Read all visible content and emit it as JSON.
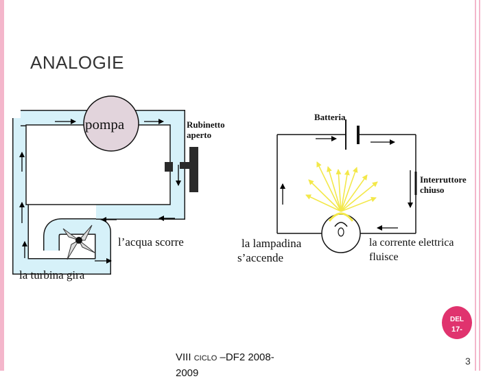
{
  "slide": {
    "title": "ANALOGIE",
    "footer": {
      "part1": "VIII ",
      "part2": "CICLO",
      "part3": " –DF2 2008-",
      "part4": "2009"
    },
    "page_number": "3",
    "badge": {
      "line1": "DEL",
      "line2": "17-"
    },
    "accent_color": "#e0336e",
    "frame_color": "#f4b6cb"
  },
  "hydraulic": {
    "pump_label": "pompa",
    "valve_label_1": "Rubinetto",
    "valve_label_2": "aperto",
    "water_label": "l’acqua scorre",
    "turbine_label": "la turbina gira",
    "pipe_color": "#d6f1f9",
    "pump_color": "#e2d4dc"
  },
  "electric": {
    "battery_label": "Batteria",
    "switch_label_1": "Interruttore",
    "switch_label_2": "chiuso",
    "lamp_label_1": "la lampadina",
    "lamp_label_2": "s’accende",
    "current_label_1": "la corrente elettrica",
    "current_label_2": "fluisce",
    "ray_color": "#f3e84a"
  }
}
